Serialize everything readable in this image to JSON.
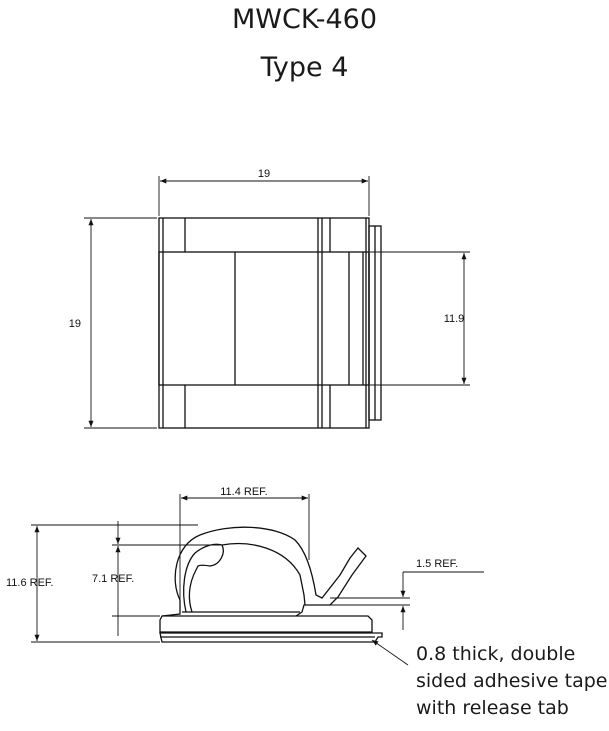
{
  "header": {
    "title": "MWCK-460",
    "subtitle": "Type 4"
  },
  "top_view": {
    "dim_width": "19",
    "dim_height": "19",
    "dim_opening": "11.9"
  },
  "side_view": {
    "dim_top": "11.4  REF.",
    "dim_total_height": "11.6 REF.",
    "dim_inner_height": "7.1 REF.",
    "dim_gap": "1.5 REF."
  },
  "note": {
    "line1": "0.8 thick, double",
    "line2": "sided adhesive tape",
    "line3": "with release tab"
  }
}
